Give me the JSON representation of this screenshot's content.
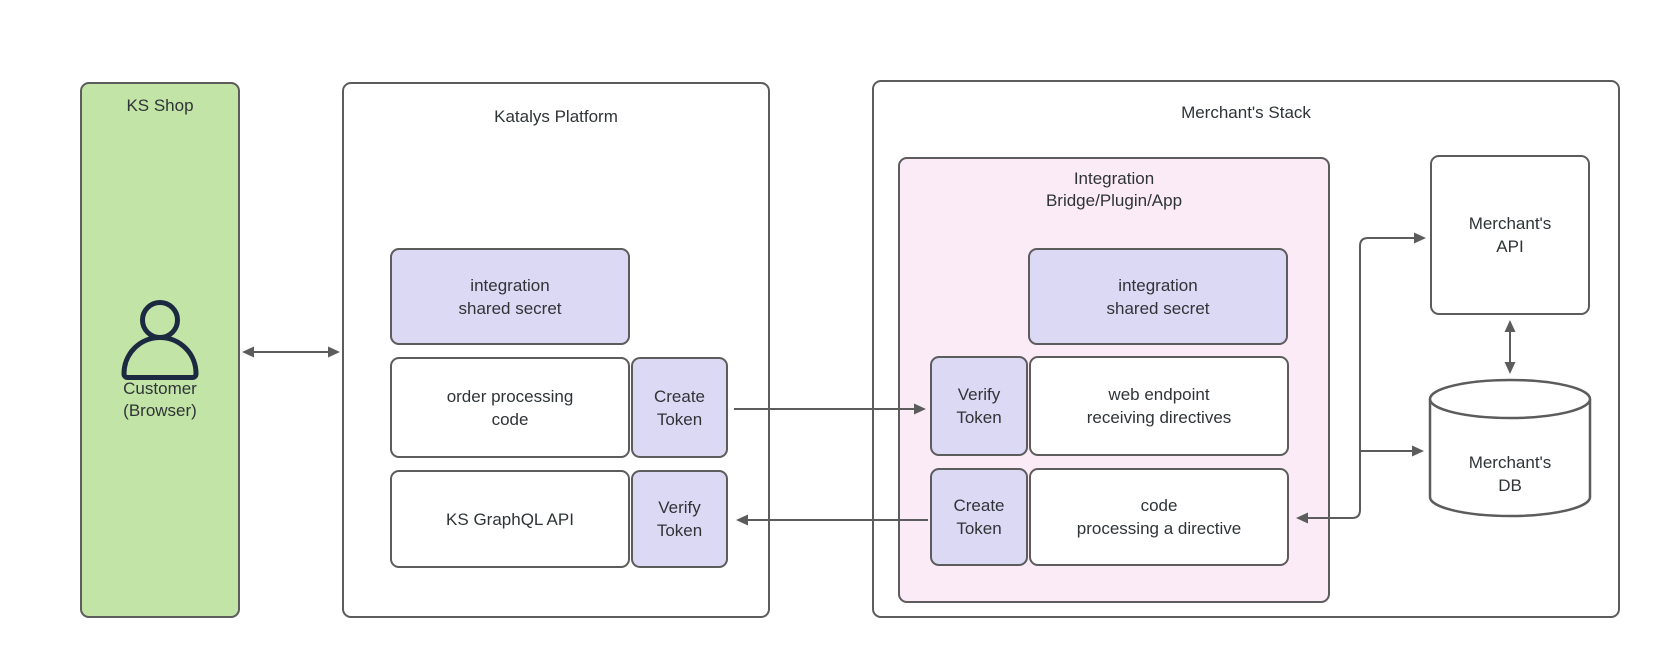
{
  "colors": {
    "green_fill": "#c2e4a6",
    "lavender_fill": "#dcd9f5",
    "pink_fill": "#fbebf6",
    "node_white": "#ffffff",
    "stroke_gray": "#5c5c5c",
    "text": "#2f3437",
    "person_icon_stroke": "#1b2a41"
  },
  "ks_shop": {
    "title": "KS Shop",
    "customer": {
      "line1": "Customer",
      "line2": "(Browser)"
    }
  },
  "katalys_platform": {
    "title": "Katalys Platform",
    "shared_secret": {
      "line1": "integration",
      "line2": "shared secret"
    },
    "order_processing": {
      "line1": "order processing",
      "line2": "code"
    },
    "create_token": {
      "line1": "Create",
      "line2": "Token"
    },
    "ks_graphql_api": {
      "label": "KS GraphQL API"
    },
    "verify_token": {
      "line1": "Verify",
      "line2": "Token"
    }
  },
  "merchants_stack": {
    "title": "Merchant's Stack",
    "integration_bridge": {
      "title": {
        "line1": "Integration",
        "line2": "Bridge/Plugin/App"
      },
      "shared_secret": {
        "line1": "integration",
        "line2": "shared secret"
      },
      "verify_token": {
        "line1": "Verify",
        "line2": "Token"
      },
      "web_endpoint": {
        "line1": "web endpoint",
        "line2": "receiving directives"
      },
      "create_token": {
        "line1": "Create",
        "line2": "Token"
      },
      "code_processing": {
        "line1": "code",
        "line2": "processing a directive"
      }
    },
    "merchants_api": {
      "line1": "Merchant's",
      "line2": "API"
    },
    "merchants_db": {
      "line1": "Merchant's",
      "line2": "DB"
    }
  },
  "connections": [
    {
      "from": "customer-browser",
      "to": "katalys-platform",
      "type": "bidirectional"
    },
    {
      "from": "katalys-create-token",
      "to": "bridge-verify-token",
      "type": "directed"
    },
    {
      "from": "bridge-create-token",
      "to": "katalys-verify-token",
      "type": "directed"
    },
    {
      "from": "connector-tree",
      "to": "merchants-api",
      "type": "directed"
    },
    {
      "from": "connector-tree",
      "to": "merchants-db",
      "type": "directed"
    },
    {
      "from": "connector-tree",
      "to": "bridge-code-processing",
      "type": "directed"
    },
    {
      "from": "merchants-api",
      "to": "merchants-db",
      "type": "bidirectional"
    }
  ]
}
